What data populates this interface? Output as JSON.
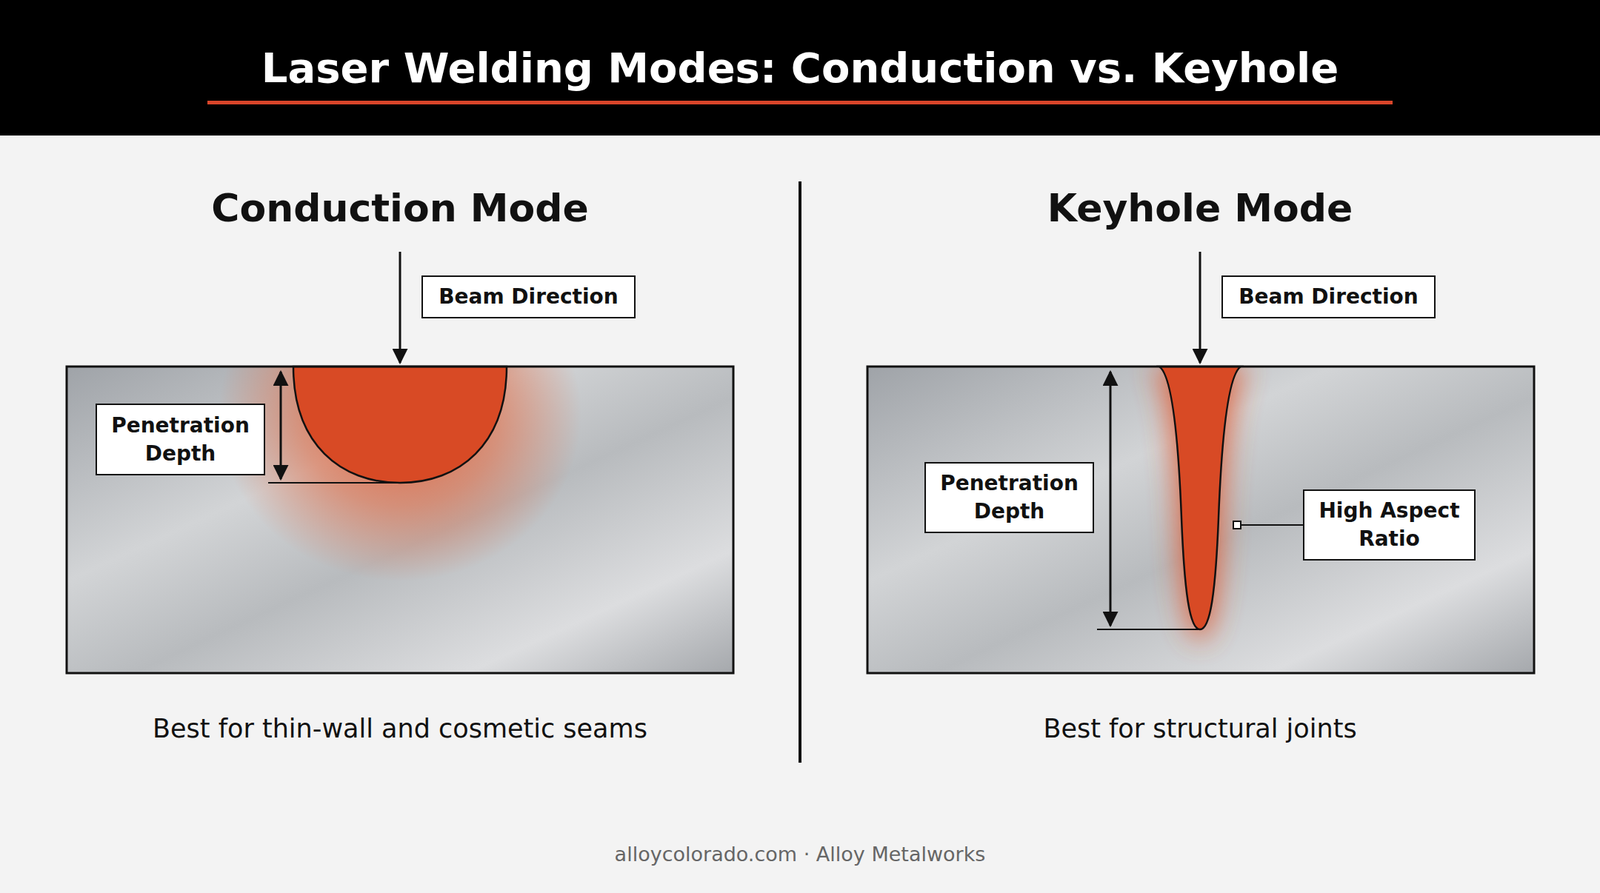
{
  "diagram": {
    "title": "Laser Welding Modes: Conduction vs. Keyhole",
    "nodes": [
      {
        "text": [
          "Beam Direction"
        ]
      },
      {
        "text": [
          "Penetration Depth"
        ]
      },
      {
        "text": [
          "Beam Direction"
        ]
      },
      {
        "text": [
          "Penetration Depth"
        ]
      },
      {
        "text": [
          "High Aspect Ratio"
        ]
      }
    ],
    "labels": [
      "Conduction Mode",
      "Keyhole Mode",
      "Best for thin-wall and cosmetic seams",
      "Best for structural joints",
      "alloycolorado.com · Alloy Metalworks"
    ]
  }
}
